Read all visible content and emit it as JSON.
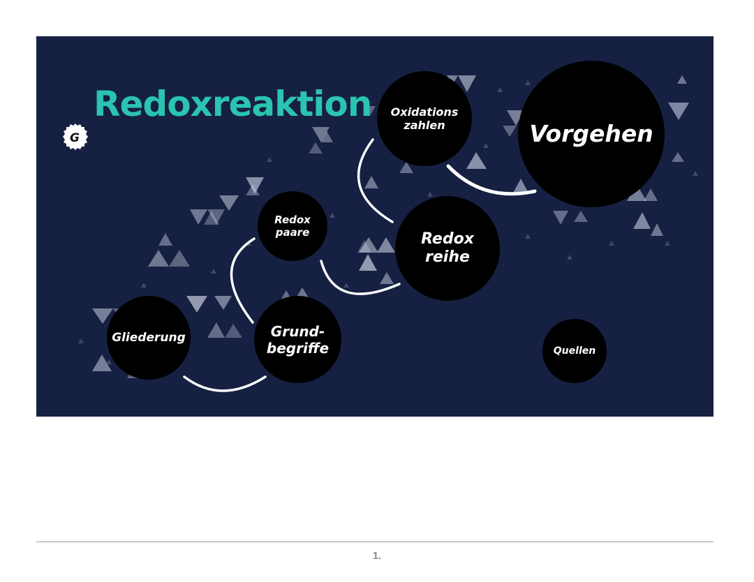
{
  "slide": {
    "title": "Redoxreaktion",
    "background_color": "#162042",
    "title_color": "#2ac4b0",
    "badge": {
      "icon": "g-logo-badge-icon",
      "letter": "G"
    },
    "nodes": [
      {
        "id": "gliederung",
        "label": "Gliederung"
      },
      {
        "id": "grundbegriffe",
        "label": "Grund-\nbegriffe"
      },
      {
        "id": "redox-paare",
        "label": "Redox\npaare"
      },
      {
        "id": "redox-reihe",
        "label": "Redox\nreihe"
      },
      {
        "id": "oxidationszahlen",
        "label": "Oxidations\nzahlen"
      },
      {
        "id": "vorgehen",
        "label": "Vorgehen"
      },
      {
        "id": "quellen",
        "label": "Quellen"
      }
    ]
  },
  "footer": {
    "page_number": "1."
  }
}
